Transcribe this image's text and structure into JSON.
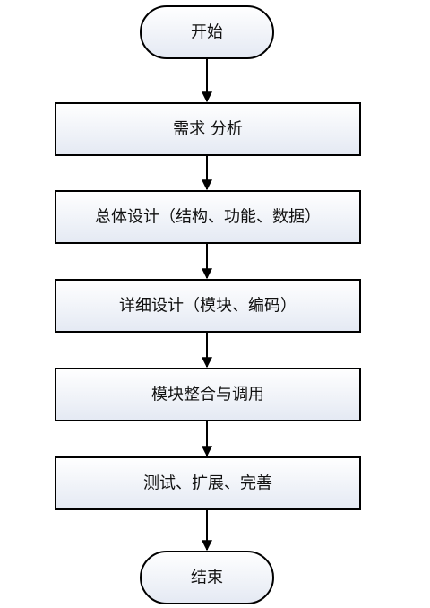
{
  "flowchart": {
    "start": "开始",
    "steps": [
      "需求 分析",
      "总体设计（结构、功能、数据）",
      "详细设计（模块、编码）",
      "模块整合与调用",
      "测试、扩展、完善"
    ],
    "end": "结束"
  },
  "colors": {
    "box_fill_top": "#ffffff",
    "box_fill_bottom": "#e6eaf3",
    "stroke": "#000000",
    "text": "#111111"
  }
}
